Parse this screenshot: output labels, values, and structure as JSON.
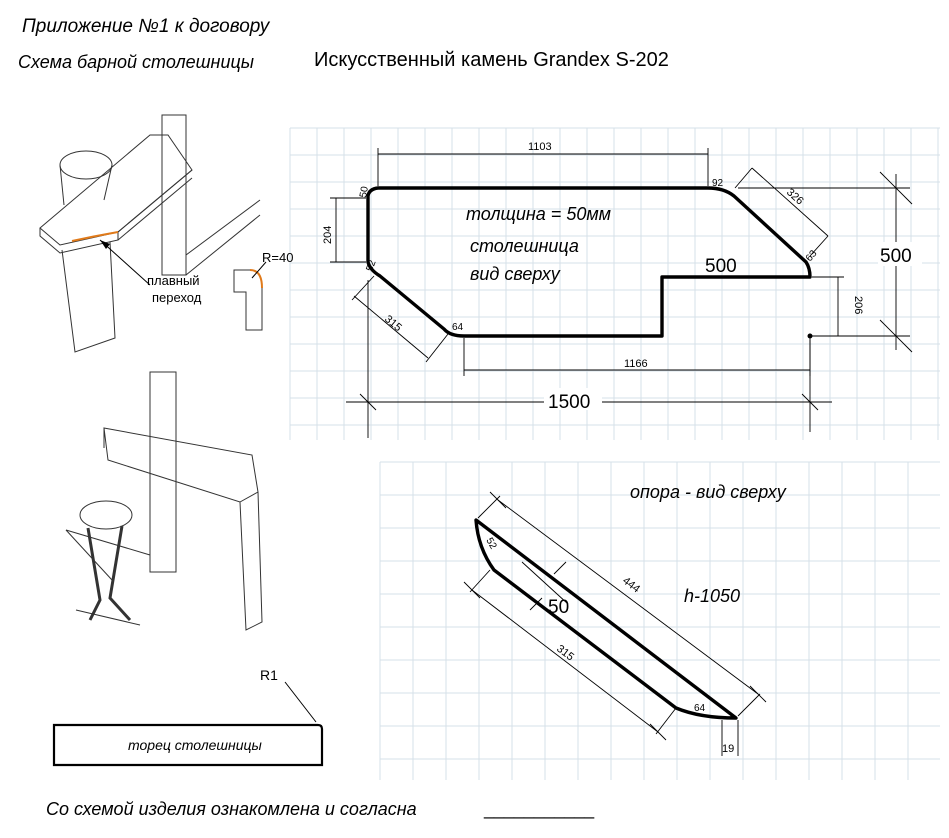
{
  "header": {
    "appendix": "Приложение №1 к договору",
    "scheme_title": "Схема барной столешницы",
    "material": "Искусственный камень Grandex S-202"
  },
  "sketch_labels": {
    "smooth_transition_1": "плавный",
    "smooth_transition_2": "переход",
    "radius": "R=40",
    "edge_radius": "R1",
    "edge_caption": "торец столешницы"
  },
  "top_view": {
    "thickness": "толщина = 50мм",
    "caption_1": "столешница",
    "caption_2": "вид сверху",
    "dims": {
      "top_length": "1103",
      "left_height": "204",
      "corner_tl": "50",
      "corner_tr": "92",
      "diagonal_right": "326",
      "corner_r": "63",
      "corner_l": "52",
      "diagonal_left": "315",
      "corner_bl": "64",
      "bottom_length": "1166",
      "step_height": "206",
      "step_width": "500",
      "overall_width": "1500",
      "overall_depth": "500"
    }
  },
  "support_view": {
    "title": "опора - вид сверху",
    "height": "h-1050",
    "dims": {
      "corner_top": "52",
      "thickness": "50",
      "length_long": "444",
      "length_short": "315",
      "corner_bottom": "64",
      "end_width": "19"
    }
  },
  "footer": {
    "agreement": "Со схемой изделия ознакомлена и согласна",
    "signature_line": "___________"
  }
}
